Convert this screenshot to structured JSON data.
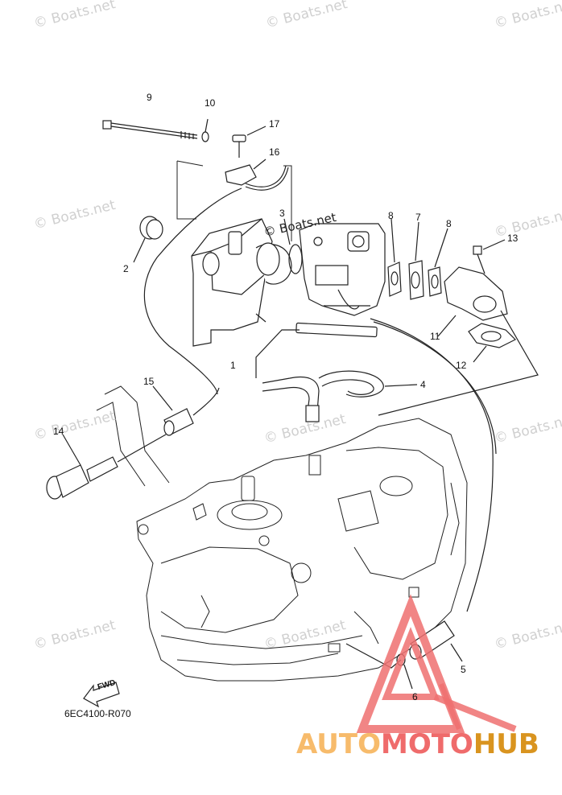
{
  "watermark_text": "© Boats.net",
  "callouts": [
    {
      "id": "1",
      "text": "1"
    },
    {
      "id": "2",
      "text": "2"
    },
    {
      "id": "3",
      "text": "3"
    },
    {
      "id": "4",
      "text": "4"
    },
    {
      "id": "5",
      "text": "5"
    },
    {
      "id": "6",
      "text": "6"
    },
    {
      "id": "7",
      "text": "7"
    },
    {
      "id": "8a",
      "text": "8"
    },
    {
      "id": "8b",
      "text": "8"
    },
    {
      "id": "9",
      "text": "9"
    },
    {
      "id": "10",
      "text": "10"
    },
    {
      "id": "11",
      "text": "11"
    },
    {
      "id": "12",
      "text": "12"
    },
    {
      "id": "13",
      "text": "13"
    },
    {
      "id": "14",
      "text": "14"
    },
    {
      "id": "15",
      "text": "15"
    },
    {
      "id": "16",
      "text": "16"
    },
    {
      "id": "17",
      "text": "17"
    }
  ],
  "diagram_code": "6EC4100-R070",
  "fwd_label": "FWD",
  "brand": {
    "part1": "AUTO",
    "part2": "MOTO",
    "part3": "HUB",
    "colors": {
      "light": "#f7bb6b",
      "red": "#ef6b6b",
      "dark": "#d9941f"
    }
  }
}
